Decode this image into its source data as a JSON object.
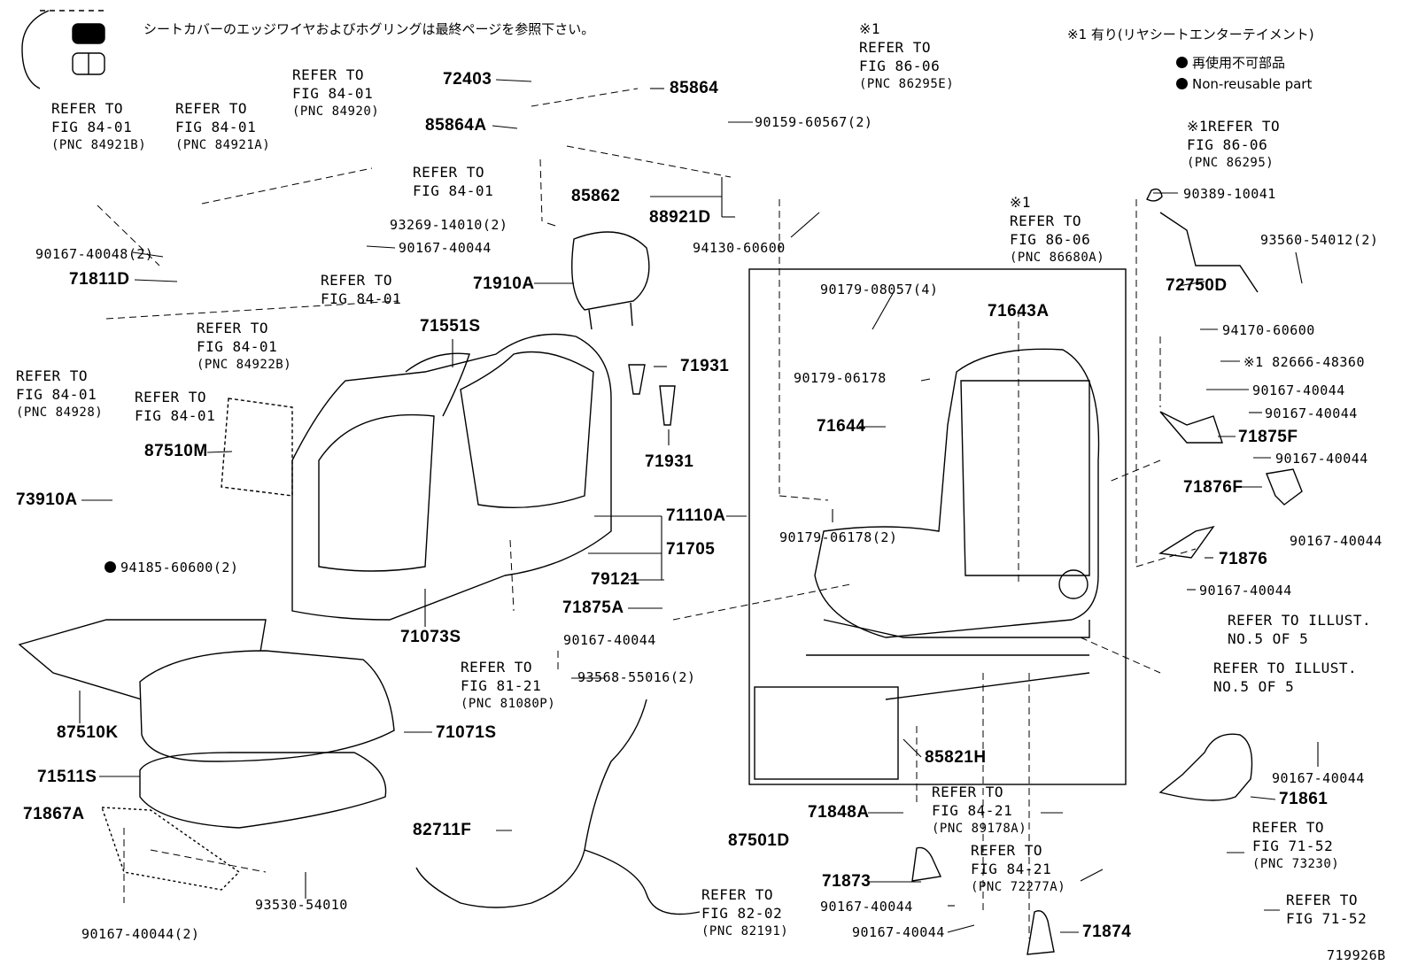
{
  "header_note_jp": "シートカバーのエッジワイヤおよびホグリングは最終ページを参照下さい。",
  "legend": {
    "rear_ent_note": "※1 有り(リヤシートエンターテイメント)",
    "non_reusable_jp": "再使用不可部品",
    "non_reusable_en": "Non-reusable part"
  },
  "figure_id": "719926B",
  "parts": {
    "p72403": "72403",
    "p85864": "85864",
    "p85864A": "85864A",
    "p90159": "90159-60567(2)",
    "p85862": "85862",
    "p88921D": "88921D",
    "p93269": "93269-14010(2)",
    "p94130": "94130-60600",
    "p90167_40048": "90167-40048(2)",
    "p90167_40044a": "90167-40044",
    "p71811D": "71811D",
    "p71910A": "71910A",
    "p71551S": "71551S",
    "p71931a": "71931",
    "p71931b": "71931",
    "p87510M": "87510M",
    "p73910A": "73910A",
    "p94185": "94185-60600(2)",
    "p71110A": "71110A",
    "p71705": "71705",
    "p79121": "79121",
    "p71875A": "71875A",
    "p90167_40044b": "90167-40044",
    "p93568": "93568-55016(2)",
    "p71073S": "71073S",
    "p87510K": "87510K",
    "p71071S": "71071S",
    "p71511S": "71511S",
    "p71867A": "71867A",
    "p93530": "93530-54010",
    "p90167_40044_2": "90167-40044(2)",
    "p82711F": "82711F",
    "p87501D": "87501D",
    "p90179_08057": "90179-08057(4)",
    "p71643A": "71643A",
    "p90179_06178": "90179-06178",
    "p71644": "71644",
    "p90179_06178_2": "90179-06178(2)",
    "p85821H": "85821H",
    "p71848A": "71848A",
    "p71873": "71873",
    "p90167_40044c": "90167-40044",
    "p90167_40044d": "90167-40044",
    "p71874": "71874",
    "p90389": "90389-10041",
    "p93560": "93560-54012(2)",
    "p72750D": "72750D",
    "p94170": "94170-60600",
    "p82666": "※1 82666-48360",
    "p90167_40044e": "90167-40044",
    "p90167_40044f": "90167-40044",
    "p71875F": "71875F",
    "p90167_40044g": "90167-40044",
    "p71876F": "71876F",
    "p90167_40044h": "90167-40044",
    "p71876": "71876",
    "p90167_40044i": "90167-40044",
    "p90167_40044j": "90167-40044",
    "p71861": "71861"
  },
  "refs": {
    "r84921B": {
      "l1": "REFER TO",
      "l2": "FIG 84-01",
      "l3": "(PNC 84921B)"
    },
    "r84921A": {
      "l1": "REFER TO",
      "l2": "FIG 84-01",
      "l3": "(PNC 84921A)"
    },
    "r84920": {
      "l1": "REFER TO",
      "l2": "FIG 84-01",
      "l3": "(PNC 84920)"
    },
    "r8401a": {
      "l1": "REFER TO",
      "l2": "FIG 84-01"
    },
    "r8401b": {
      "l1": "REFER TO",
      "l2": "FIG 84-01"
    },
    "r84922B": {
      "l1": "REFER TO",
      "l2": "FIG 84-01",
      "l3": "(PNC 84922B)"
    },
    "r84928": {
      "l1": "REFER TO",
      "l2": "FIG 84-01",
      "l3": "(PNC 84928)"
    },
    "r8401c": {
      "l1": "REFER TO",
      "l2": "FIG 84-01"
    },
    "r81080P": {
      "l1": "REFER TO",
      "l2": "FIG 81-21",
      "l3": "(PNC 81080P)"
    },
    "r82191": {
      "l1": "REFER TO",
      "l2": "FIG 82-02",
      "l3": "(PNC 82191)"
    },
    "r86295E": {
      "l0": "※1",
      "l1": "REFER TO",
      "l2": "FIG 86-06",
      "l3": "(PNC 86295E)"
    },
    "r86680A": {
      "l0": "※1",
      "l1": "REFER TO",
      "l2": "FIG 86-06",
      "l3": "(PNC 86680A)"
    },
    "r86295": {
      "l1": "※1REFER TO",
      "l2": "FIG 86-06",
      "l3": "(PNC 86295)"
    },
    "r89178A": {
      "l1": "REFER TO",
      "l2": "FIG 84-21",
      "l3": "(PNC 89178A)"
    },
    "r72277A": {
      "l1": "REFER TO",
      "l2": "FIG 84-21",
      "l3": "(PNC 72277A)"
    },
    "r73230": {
      "l1": "REFER TO",
      "l2": "FIG 71-52",
      "l3": "(PNC 73230)"
    },
    "r7152": {
      "l1": "REFER TO",
      "l2": "FIG 71-52"
    },
    "rIllustA": {
      "l1": "REFER TO ILLUST.",
      "l2": "NO.5 OF 5"
    },
    "rIllustB": {
      "l1": "REFER TO ILLUST.",
      "l2": "NO.5 OF 5"
    }
  }
}
